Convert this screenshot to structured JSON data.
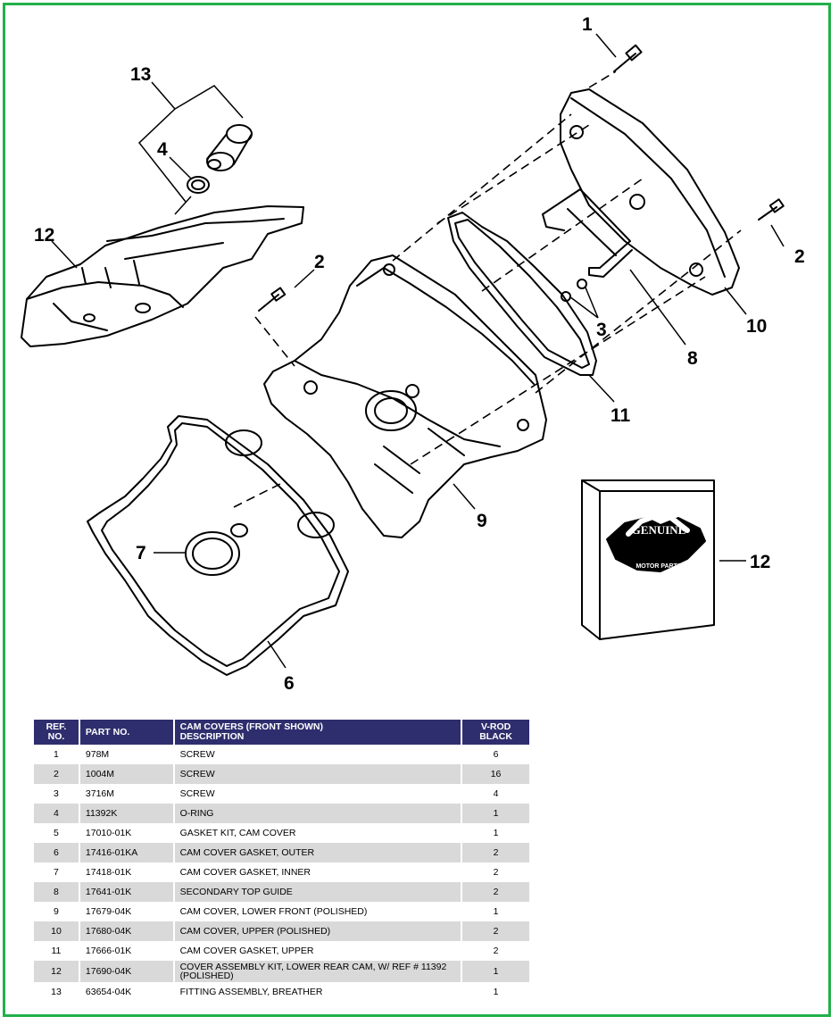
{
  "diagram": {
    "callouts": [
      "1",
      "2",
      "2",
      "3",
      "4",
      "6",
      "7",
      "8",
      "9",
      "10",
      "11",
      "12",
      "12",
      "13"
    ],
    "badge": {
      "top_text": "GENUINE",
      "bottom_text": "MOTOR PARTS"
    }
  },
  "table": {
    "headers": {
      "ref": [
        "REF.",
        "NO."
      ],
      "part": "PART NO.",
      "desc": [
        "CAM COVERS (FRONT SHOWN)",
        "DESCRIPTION"
      ],
      "qty": [
        "V-ROD",
        "BLACK"
      ]
    },
    "rows": [
      {
        "ref": "1",
        "part": "978M",
        "desc": "SCREW",
        "qty": "6"
      },
      {
        "ref": "2",
        "part": "1004M",
        "desc": "SCREW",
        "qty": "16"
      },
      {
        "ref": "3",
        "part": "3716M",
        "desc": "SCREW",
        "qty": "4"
      },
      {
        "ref": "4",
        "part": "11392K",
        "desc": "O-RING",
        "qty": "1"
      },
      {
        "ref": "5",
        "part": "17010-01K",
        "desc": "GASKET KIT, CAM COVER",
        "qty": "1"
      },
      {
        "ref": "6",
        "part": "17416-01KA",
        "desc": "CAM COVER GASKET, OUTER",
        "qty": "2"
      },
      {
        "ref": "7",
        "part": "17418-01K",
        "desc": "CAM COVER GASKET, INNER",
        "qty": "2"
      },
      {
        "ref": "8",
        "part": "17641-01K",
        "desc": "SECONDARY TOP GUIDE",
        "qty": "2"
      },
      {
        "ref": "9",
        "part": "17679-04K",
        "desc": "CAM COVER, LOWER FRONT (POLISHED)",
        "qty": "1"
      },
      {
        "ref": "10",
        "part": "17680-04K",
        "desc": "CAM COVER, UPPER (POLISHED)",
        "qty": "2"
      },
      {
        "ref": "11",
        "part": "17666-01K",
        "desc": "CAM COVER GASKET, UPPER",
        "qty": "2"
      },
      {
        "ref": "12",
        "part": "17690-04K",
        "desc": "COVER ASSEMBLY KIT, LOWER REAR CAM, W/ REF # 11392 (POLISHED)",
        "qty": "1"
      },
      {
        "ref": "13",
        "part": "63654-04K",
        "desc": "FITTING ASSEMBLY, BREATHER",
        "qty": "1"
      }
    ]
  },
  "colors": {
    "frame": "#22b04a",
    "header_bg": "#2e2e6e",
    "row_stripe": "#d9d9d9"
  }
}
